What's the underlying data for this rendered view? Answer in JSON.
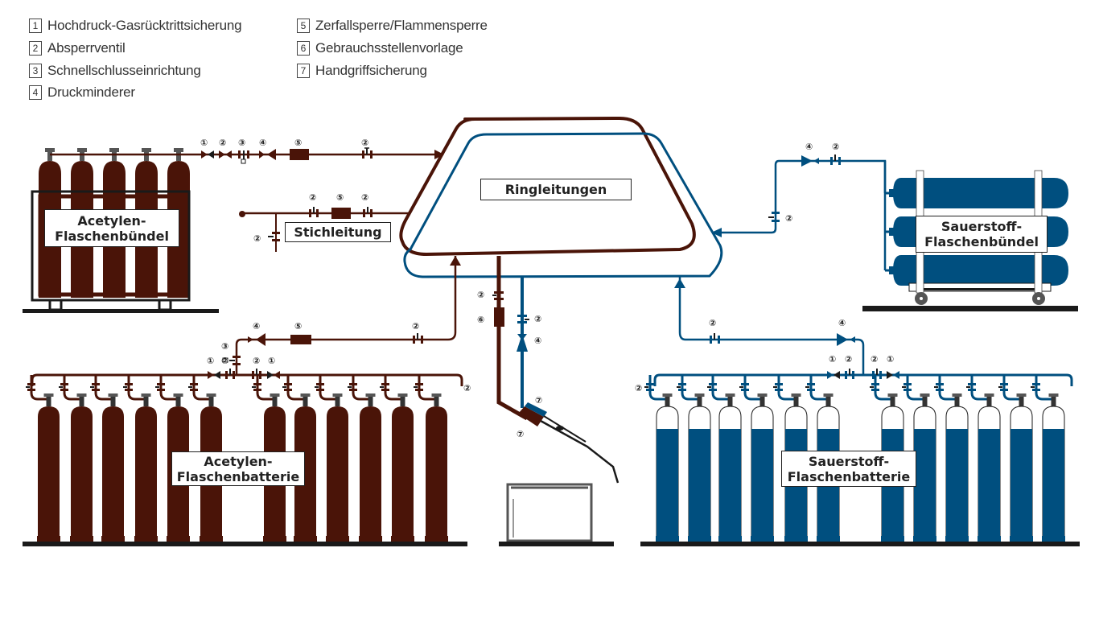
{
  "legend": {
    "items": [
      {
        "num": "1",
        "label": "Hochdruck-Gasrücktrittsicherung"
      },
      {
        "num": "2",
        "label": "Absperrventil"
      },
      {
        "num": "3",
        "label": "Schnellschlusseinrichtung"
      },
      {
        "num": "4",
        "label": "Druckminderer"
      },
      {
        "num": "5",
        "label": "Zerfallsperre/Flammensperre"
      },
      {
        "num": "6",
        "label": "Gebrauchsstellenvorlage"
      },
      {
        "num": "7",
        "label": "Handgriffsicherung"
      }
    ]
  },
  "labels": {
    "acetylen_buendel": [
      "Acetylen-",
      "Flaschenbündel"
    ],
    "stichleitung": "Stichleitung",
    "ringleitungen": "Ringleitungen",
    "sauerstoff_buendel": [
      "Sauerstoff-",
      "Flaschenbündel"
    ],
    "acetylen_batterie": [
      "Acetylen-",
      "Flaschenbatterie"
    ],
    "sauerstoff_batterie": [
      "Sauerstoff-",
      "Flaschenbatterie"
    ]
  },
  "callouts": {
    "c1": "①",
    "c2": "②",
    "c3": "③",
    "c4": "④",
    "c5": "⑤",
    "c6": "⑥",
    "c7": "⑦"
  },
  "colors": {
    "acetylene": "#4a1408",
    "oxygen": "#004f7f",
    "ground": "#1a1a1a",
    "valve_cap": "#555555"
  },
  "counts": {
    "acetylen_buendel_cylinders": 5,
    "sauerstoff_buendel_cylinders": 3,
    "acetylen_batterie_cylinders": 12,
    "sauerstoff_batterie_cylinders": 12
  }
}
